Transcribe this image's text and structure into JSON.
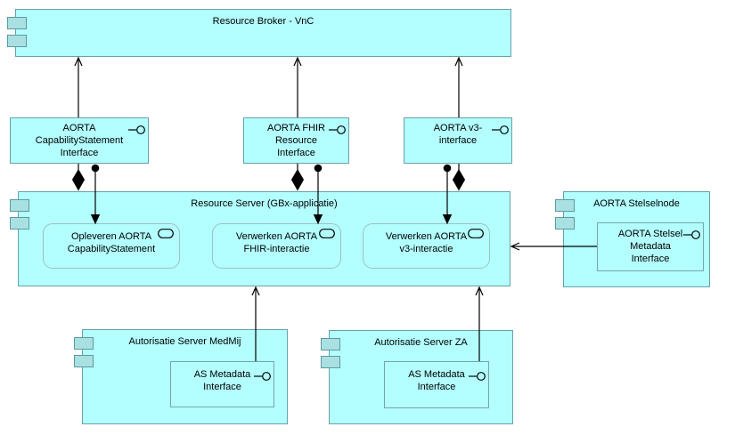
{
  "colors": {
    "element_fill": "#b3feff",
    "component_tab_fill": "#a9e1e3",
    "element_border": "#68a2a9",
    "service_border": "#9cc0c6",
    "connector": "#000000",
    "background": "#ffffff"
  },
  "icons": {
    "component": "component-tabs-icon",
    "interface": "lollipop-icon",
    "service": "stadium-icon"
  },
  "nodes": {
    "resource_broker": {
      "type": "component",
      "label": "Resource Broker - VnC"
    },
    "aorta_capabilitystatement_interface": {
      "type": "interface",
      "label": "AORTA\nCapabilityStatement\nInterface"
    },
    "aorta_fhir_resource_interface": {
      "type": "interface",
      "label": "AORTA FHIR\nResource\nInterface"
    },
    "aorta_v3_interface": {
      "type": "interface",
      "label": "AORTA v3-\ninterface"
    },
    "resource_server": {
      "type": "component",
      "label": "Resource Server (GBx-applicatie)"
    },
    "opleveren_aorta_capabilitystatement": {
      "type": "service",
      "label": "Opleveren AORTA\nCapabilityStatement"
    },
    "verwerken_aorta_fhir_interactie": {
      "type": "service",
      "label": "Verwerken AORTA\nFHIR-interactie"
    },
    "verwerken_aorta_v3_interactie": {
      "type": "service",
      "label": "Verwerken AORTA\nv3-interactie"
    },
    "aorta_stelselnode": {
      "type": "component",
      "label": "AORTA Stelselnode"
    },
    "aorta_stelsel_metadata_interface": {
      "type": "interface",
      "label": "AORTA Stelsel\nMetadata\nInterface"
    },
    "autorisatie_server_medmij": {
      "type": "component",
      "label": "Autorisatie Server MedMij"
    },
    "as_metadata_interface_medmij": {
      "type": "interface",
      "label": "AS Metadata\nInterface"
    },
    "autorisatie_server_za": {
      "type": "component",
      "label": "Autorisatie Server ZA"
    },
    "as_metadata_interface_za": {
      "type": "interface",
      "label": "AS Metadata\nInterface"
    }
  },
  "relations": [
    {
      "type": "serving-open-arrow",
      "from": "aorta_capabilitystatement_interface",
      "to": "resource_broker"
    },
    {
      "type": "serving-open-arrow",
      "from": "aorta_fhir_resource_interface",
      "to": "resource_broker"
    },
    {
      "type": "serving-open-arrow",
      "from": "aorta_v3_interface",
      "to": "resource_broker"
    },
    {
      "type": "composition-diamond",
      "whole": "resource_server",
      "part": "aorta_capabilitystatement_interface"
    },
    {
      "type": "composition-diamond",
      "whole": "resource_server",
      "part": "aorta_fhir_resource_interface"
    },
    {
      "type": "composition-diamond",
      "whole": "resource_server",
      "part": "aorta_v3_interface"
    },
    {
      "type": "assignment-ball-arrow",
      "from": "aorta_capabilitystatement_interface",
      "to": "opleveren_aorta_capabilitystatement"
    },
    {
      "type": "assignment-ball-arrow",
      "from": "aorta_fhir_resource_interface",
      "to": "verwerken_aorta_fhir_interactie"
    },
    {
      "type": "assignment-ball-arrow",
      "from": "aorta_v3_interface",
      "to": "verwerken_aorta_v3_interactie"
    },
    {
      "type": "serving-open-arrow",
      "from": "as_metadata_interface_medmij",
      "to": "resource_server"
    },
    {
      "type": "serving-open-arrow",
      "from": "as_metadata_interface_za",
      "to": "resource_server"
    },
    {
      "type": "serving-open-arrow",
      "from": "aorta_stelsel_metadata_interface",
      "to": "resource_server"
    }
  ]
}
